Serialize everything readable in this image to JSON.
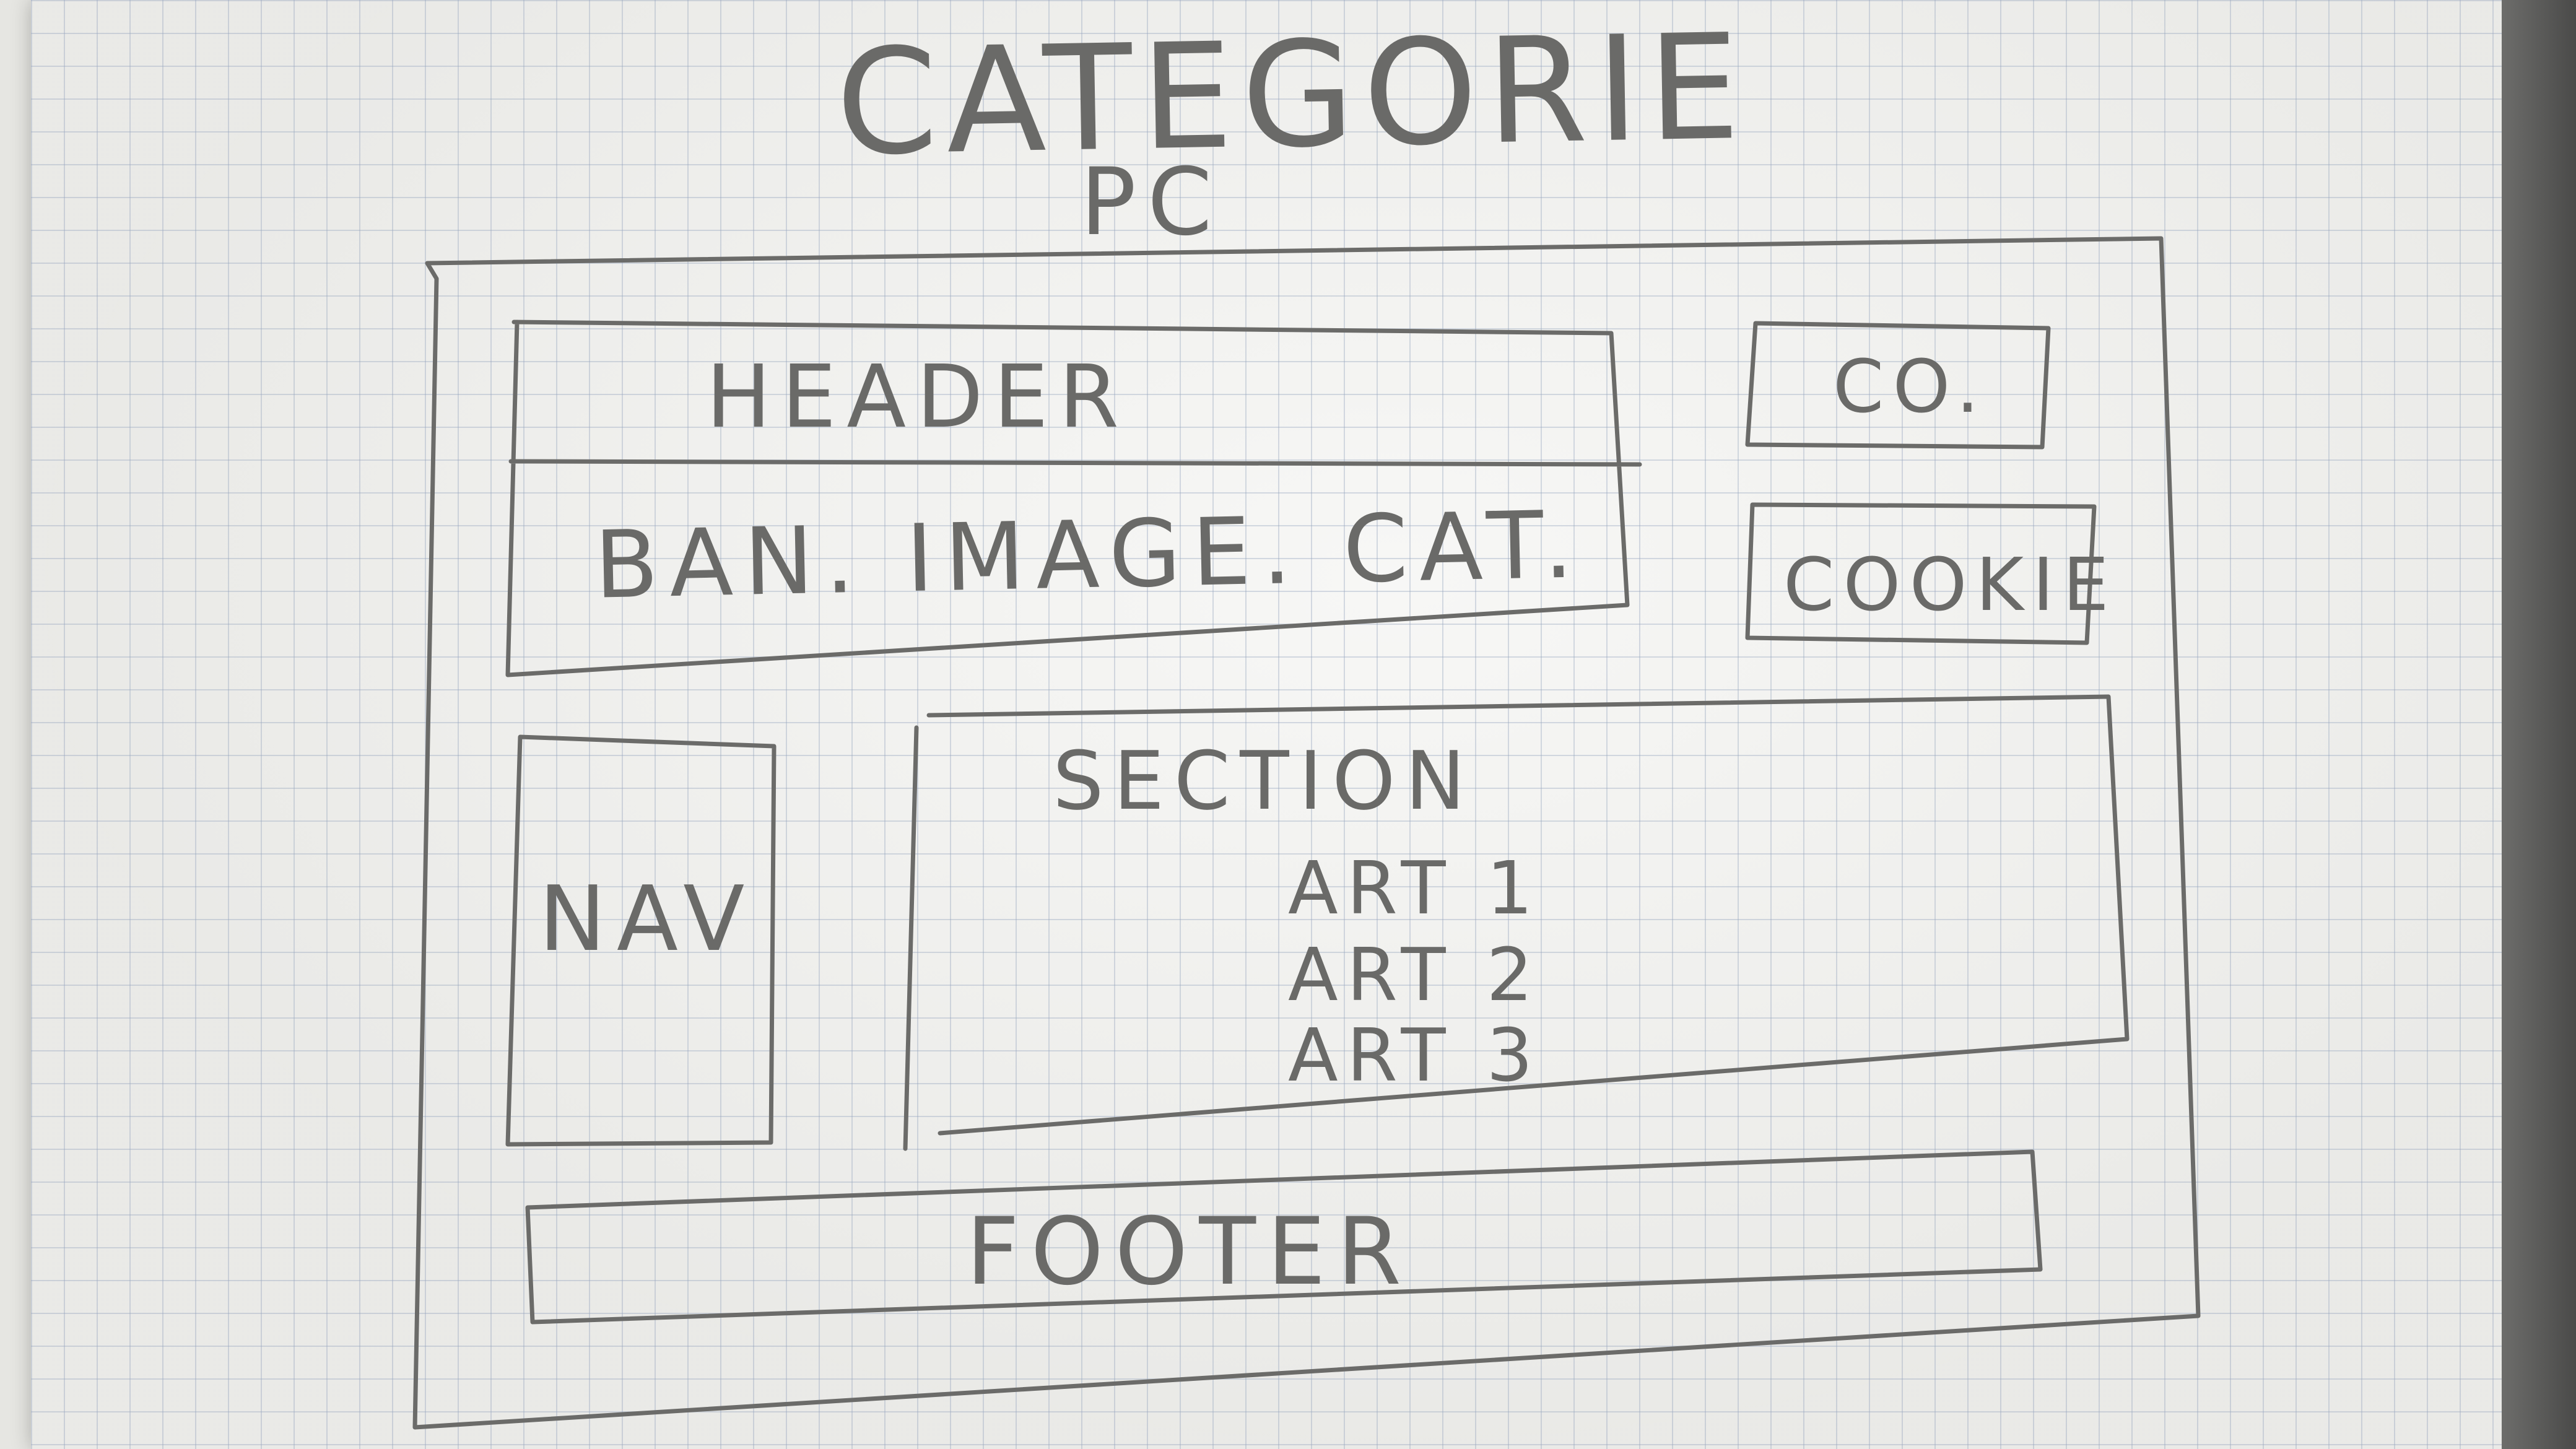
{
  "sketch": {
    "title": "CATEGORIE",
    "subtitle": "PC",
    "blocks": {
      "header": "HEADER",
      "banner": "BAN. IMAGE. CAT.",
      "connection": "CO.",
      "cookie": "COOKIE",
      "nav": "NAV",
      "section": "SECTION",
      "articles": [
        "ART 1",
        "ART 2",
        "ART 3"
      ],
      "footer": "FOOTER"
    }
  },
  "colors": {
    "paper": "#f1f1ee",
    "ink": "#6b6b69",
    "grid": "#96a5be"
  }
}
